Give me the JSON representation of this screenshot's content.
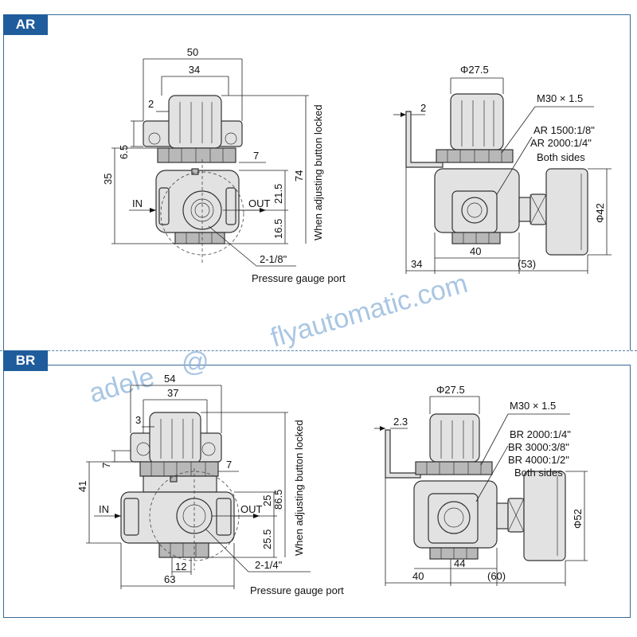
{
  "sections": {
    "ar": {
      "label": "AR",
      "front": {
        "width_total": "50",
        "width_inner": "34",
        "panel_thickness": "2",
        "panel_height": "6.5",
        "knob_gap": "7",
        "mount_height": "35",
        "port_upper": "21.5",
        "port_lower": "16.5",
        "total_height": "74",
        "locked_note": "When adjusting button locked",
        "in_label": "IN",
        "out_label": "OUT",
        "gauge_thread": "2-1/8\"",
        "gauge_port": "Pressure gauge port"
      },
      "side": {
        "knob_dia": "Φ27.5",
        "bracket_thickness": "2",
        "nut_thread": "M30 × 1.5",
        "port_sizes": [
          "AR 1500:1/8\"",
          "AR 2000:1/4\""
        ],
        "both_sides": "Both sides",
        "gauge_dia": "Φ42",
        "depth_1": "40",
        "depth_2": "34",
        "gauge_offset": "(53)"
      }
    },
    "br": {
      "label": "BR",
      "front": {
        "width_total": "54",
        "width_inner": "37",
        "panel_thickness": "3",
        "panel_height": "7",
        "knob_gap": "7",
        "mount_height": "41",
        "port_upper": "25",
        "port_lower": "25.5",
        "total_height": "86.5",
        "locked_note": "When adjusting button locked",
        "in_label": "IN",
        "out_label": "OUT",
        "port_width": "12",
        "body_width": "63",
        "gauge_thread": "2-1/4\"",
        "gauge_port": "Pressure gauge port"
      },
      "side": {
        "knob_dia": "Φ27.5",
        "bracket_thickness": "2.3",
        "nut_thread": "M30 × 1.5",
        "port_sizes": [
          "BR 2000:1/4\"",
          "BR 3000:3/8\"",
          "BR 4000:1/2\""
        ],
        "both_sides": "Both sides",
        "gauge_dia": "Φ52",
        "depth_1": "40",
        "depth_2": "44",
        "gauge_offset": "(60)"
      }
    }
  },
  "watermark": {
    "at_sign": "@",
    "site": "flyautomatic.com",
    "name": "adele"
  },
  "colors": {
    "tag_blue": "#1f5c9c",
    "frame_blue": "#3a6a9a",
    "watermark_blue": "#8db3da",
    "part_gray": "#e2e2e2"
  }
}
